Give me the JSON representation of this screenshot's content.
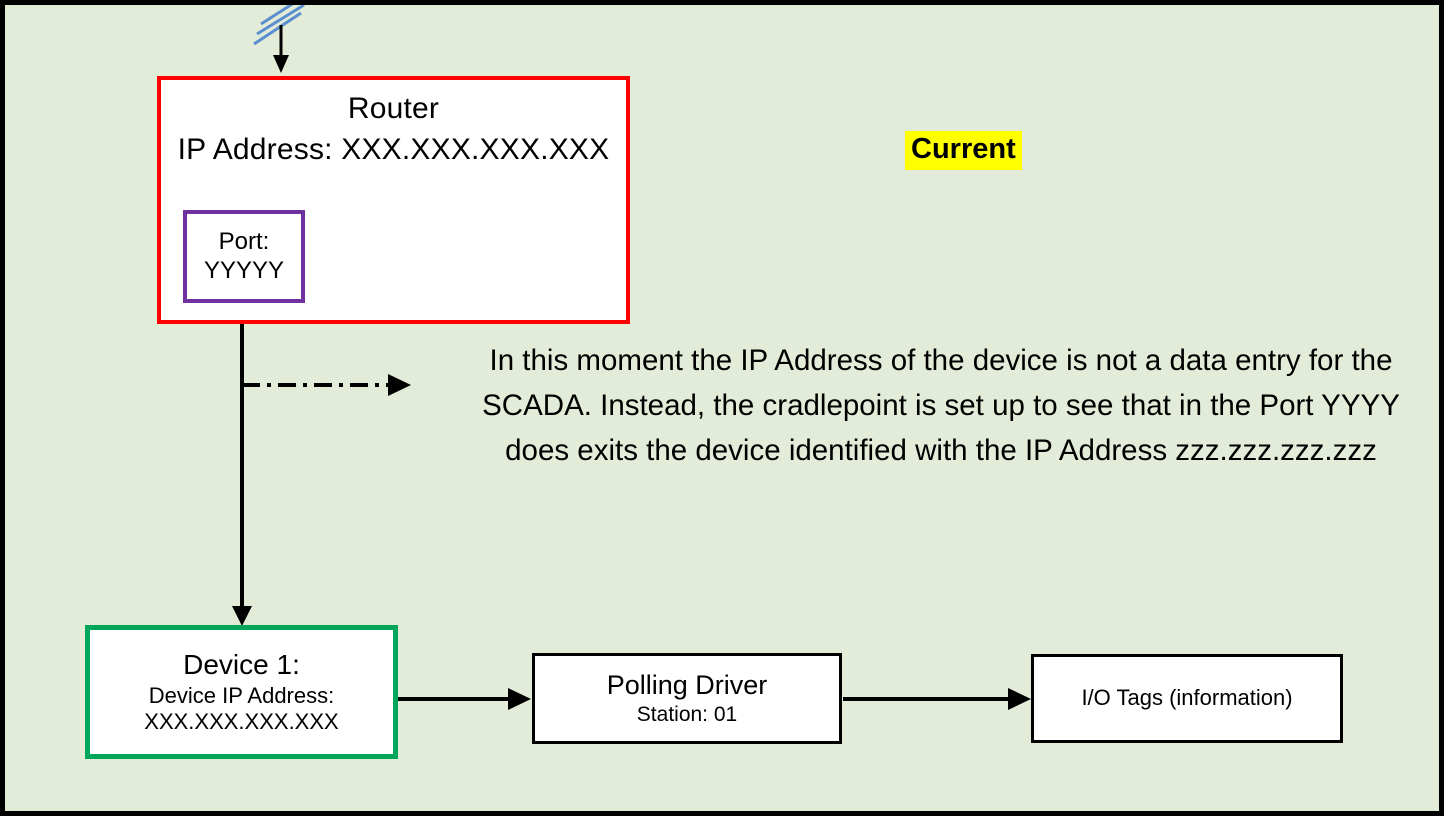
{
  "diagram": {
    "background_color": "#e2ecd8",
    "border_color": "#000000",
    "annotation": {
      "label": "Current",
      "highlight_color": "#ffff00",
      "text_color": "#000000"
    },
    "note": "In this moment the IP Address of the device is not a data entry for the SCADA. Instead, the cradlepoint is set up to see that in the Port YYYY does exits the device identified with the IP Address zzz.zzz.zzz.zzz",
    "nodes": {
      "router": {
        "title": "Router",
        "ip_line": "IP Address: XXX.XXX.XXX.XXX",
        "border_color": "#ff0000",
        "port": {
          "label": "Port:",
          "value": "YYYYY",
          "border_color": "#7030a0"
        }
      },
      "device": {
        "title": "Device 1:",
        "ip_label": "Device IP Address:",
        "ip_value": "XXX.XXX.XXX.XXX",
        "border_color": "#00a75a"
      },
      "polling_driver": {
        "title": "Polling Driver",
        "station": "Station: 01",
        "border_color": "#000000"
      },
      "io_tags": {
        "label": "I/O Tags (information)",
        "border_color": "#000000"
      }
    },
    "connectors": {
      "antenna_signal": {
        "icon": "antenna-signal-icon",
        "color": "#5b8fd0",
        "line_count": 3
      },
      "antenna_to_router": {
        "style": "solid-arrow",
        "color": "#000000"
      },
      "port_to_device": {
        "style": "solid-arrow",
        "color": "#000000"
      },
      "port_branch_dashdot": {
        "style": "dash-dot-arrow",
        "color": "#000000"
      },
      "device_to_polling": {
        "style": "solid-arrow",
        "color": "#000000"
      },
      "polling_to_iotags": {
        "style": "solid-arrow",
        "color": "#000000"
      }
    }
  }
}
